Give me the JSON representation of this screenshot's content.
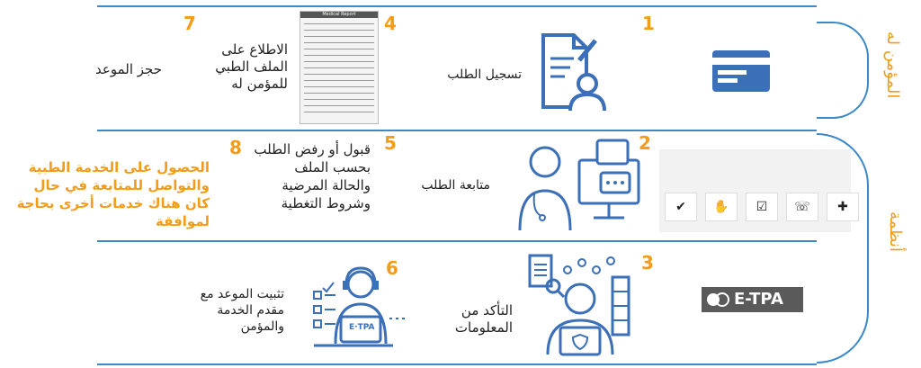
{
  "side_labels": {
    "insured": "المؤمن له",
    "service": "أنظمة"
  },
  "steps": [
    {
      "num": "1",
      "text": "تسجيل الطلب"
    },
    {
      "num": "4",
      "text": "الاطلاع على الملف الطبي للمؤمن له"
    },
    {
      "num": "7",
      "text": "حجز الموعد"
    },
    {
      "num": "2",
      "text": "متابعة الطلب"
    },
    {
      "num": "5",
      "text": "قبول أو رفض الطلب بحسب الملف والحالة المرضية وشروط التغطية"
    },
    {
      "num": "8",
      "text": "الحصول على الخدمة الطبية والتواصل للمتابعة في حال كان هناك خدمات أخرى بحاجة لموافقة"
    },
    {
      "num": "3",
      "text": "التأكد من المعلومات"
    },
    {
      "num": "6",
      "text": "تثبيت الموعد مع مقدم الخدمة والمؤمن"
    }
  ],
  "document": {
    "title": "Medical Report"
  },
  "logo": {
    "text": "E-TPA"
  },
  "screen_badge": {
    "text": "E·TPA"
  },
  "colors": {
    "accent": "#f39c19",
    "line": "#3b89c9",
    "icon": "#3b6fb8"
  }
}
